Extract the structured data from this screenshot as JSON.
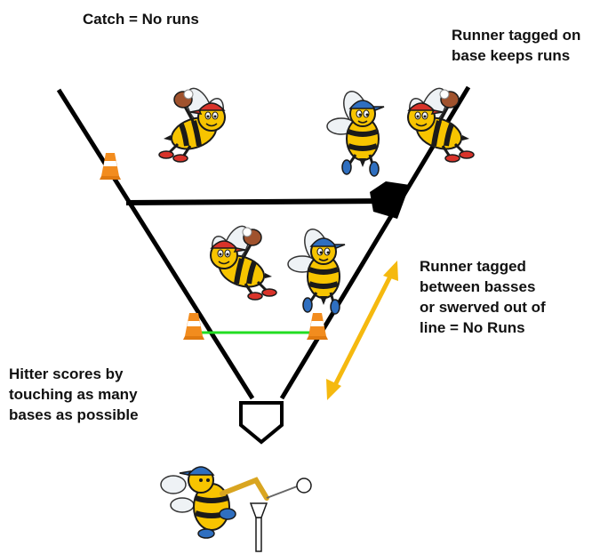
{
  "labels": {
    "catch": [
      "Catch = No runs"
    ],
    "tagged_on_base": [
      "Runner tagged on",
      "base keeps runs"
    ],
    "tagged_between": [
      "Runner tagged",
      "between basses",
      "or swerved out of",
      "line = No Runs"
    ],
    "hitter": [
      "Hitter scores by",
      "touching as many",
      "bases as possible"
    ]
  },
  "colors": {
    "lines": "#000000",
    "cone": "#f28c1e",
    "cone_stripe": "#ffffff",
    "green_line": "#22dd22",
    "arrow": "#f5b90f",
    "bee_body": "#f7c400",
    "bee_stripe": "#1a1a1a",
    "red_cap": "#d8332a",
    "blue_cap": "#2f6fc0",
    "glove": "#a0522d",
    "wing": "#eef2f5"
  },
  "icons": {
    "fielder_top_left": "bee-fielder-red-cap-glove",
    "runner_top_right": "bee-runner-blue-cap",
    "fielder_top_right": "bee-fielder-red-cap-glove",
    "fielder_middle": "bee-fielder-red-cap-glove",
    "runner_middle": "bee-runner-blue-cap",
    "batter": "bee-batter-blue-cap-bat",
    "tee": "batting-tee-icon",
    "ball": "baseball-icon",
    "cone": "traffic-cone-icon",
    "base": "base-plate-icon",
    "home_plate": "home-plate-icon",
    "arrow": "double-headed-arrow-icon"
  }
}
